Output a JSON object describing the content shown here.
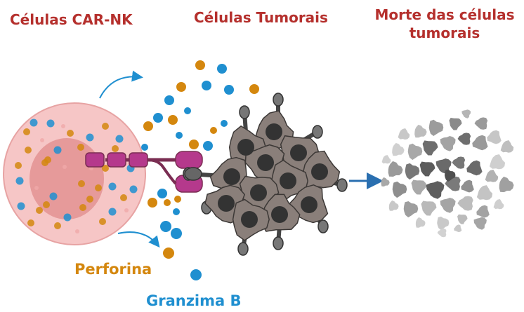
{
  "labels": {
    "car_nk": "Células CAR-NK",
    "tumor_cells": "Células Tumorais",
    "tumor_death_line1": "Morte das células",
    "tumor_death_line2": "tumorais",
    "perforin": "Perforina",
    "granzyme": "Granzima B"
  },
  "colors": {
    "title_red": "#b5302d",
    "perforin": "#d4870e",
    "granzyme": "#1f8fd0",
    "nk_cell": "#f6c6c6",
    "nk_nucleus": "#e69a9a",
    "car_receptor": "#b5398c",
    "tumor_cell": "#8a7f7a",
    "tumor_nucleus": "#333333",
    "dead_cell": "#8c8c8c",
    "arrow": "#2a6fb0"
  }
}
